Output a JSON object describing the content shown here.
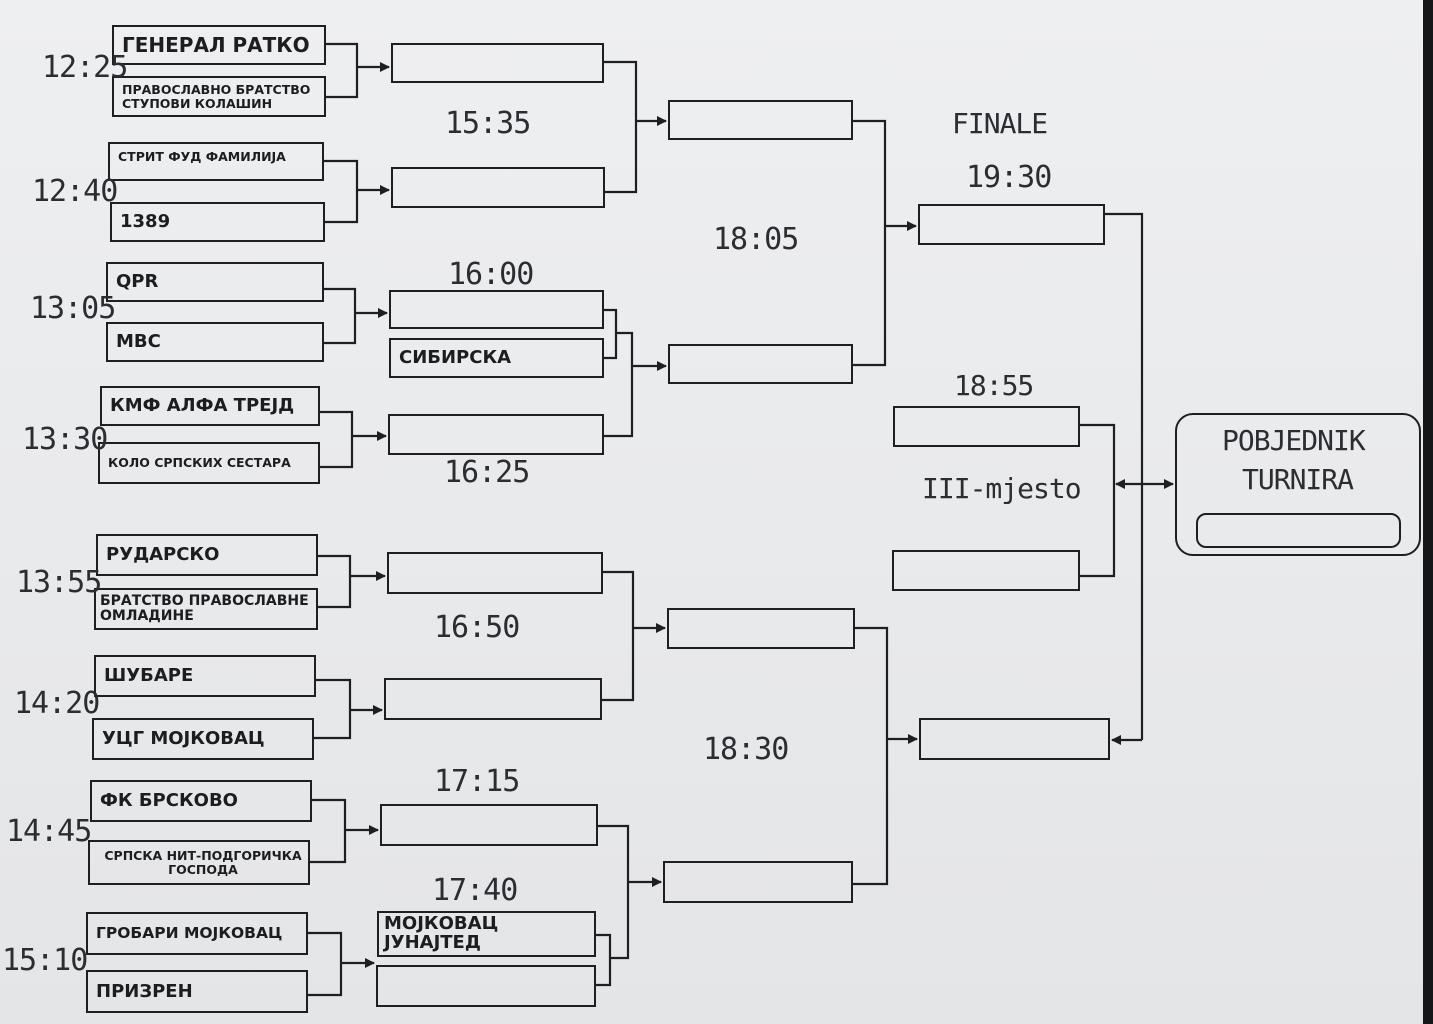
{
  "teams": {
    "t1": "ГЕНЕРАЛ РАТКО",
    "t2": "ПРАВОСЛАВНО БРАТСТВО СТУПОВИ КОЛАШИН",
    "t3": "СТРИТ ФУД ФАМИЛИЈА",
    "t4": "1389",
    "t5": "QPR",
    "t6": "MBC",
    "t7": "КМФ АЛФА ТРЕЈД",
    "t8": "КОЛО СРПСКИХ СЕСТАРА",
    "t9": "РУДАРСКО",
    "t10": "БРАТСТВО ПРАВОСЛАВНЕ ОМЛАДИНЕ",
    "t11": "ШУБАРЕ",
    "t12": "УЦГ МОЈКОВАЦ",
    "t13": "ФК БРСКОВО",
    "t14": "СРПСКА НИТ-ПОДГОРИЧКА ГОСПОДА",
    "t15": "ГРОБАРИ МОЈКОВАЦ",
    "t16": "ПРИЗРЕН",
    "bye1": "СИБИРСКА",
    "bye2": "МОЈКОВАЦ ЈУНАЈТЕД"
  },
  "times": {
    "r1": [
      "12:25",
      "12:40",
      "13:05",
      "13:30",
      "13:55",
      "14:20",
      "14:45",
      "15:10"
    ],
    "r2": [
      "15:35",
      "16:00",
      "16:25",
      "16:50",
      "17:15",
      "17:40"
    ],
    "semi": [
      "18:05",
      "18:30"
    ],
    "third": "18:55",
    "final": "19:30"
  },
  "labels": {
    "final": "FINALE",
    "third_place": "III-mjesto",
    "winner_line1": "POBJEDNIK",
    "winner_line2": "TURNIRA"
  }
}
